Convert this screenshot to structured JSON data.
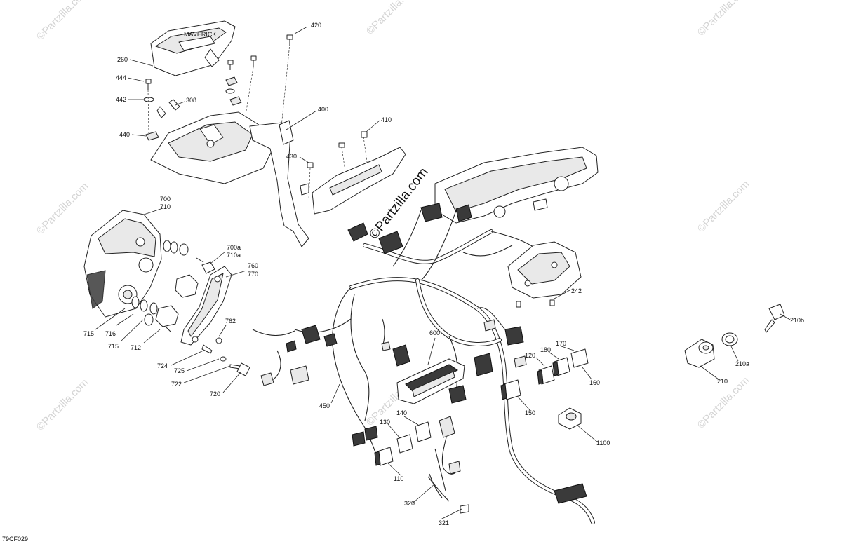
{
  "diagram": {
    "reference_code": "79CF029",
    "watermark_text": "©Partzilla.com",
    "callouts": [
      "420",
      "260",
      "444",
      "442",
      "308",
      "440",
      "400",
      "410",
      "430",
      "700",
      "710",
      "700a",
      "710a",
      "760",
      "770",
      "715",
      "716",
      "715",
      "712",
      "762",
      "724",
      "725",
      "722",
      "720",
      "242",
      "600",
      "450",
      "120",
      "180",
      "170",
      "160",
      "150",
      "130",
      "140",
      "110",
      "320",
      "321",
      "210b",
      "210a",
      "210",
      "1100"
    ]
  }
}
